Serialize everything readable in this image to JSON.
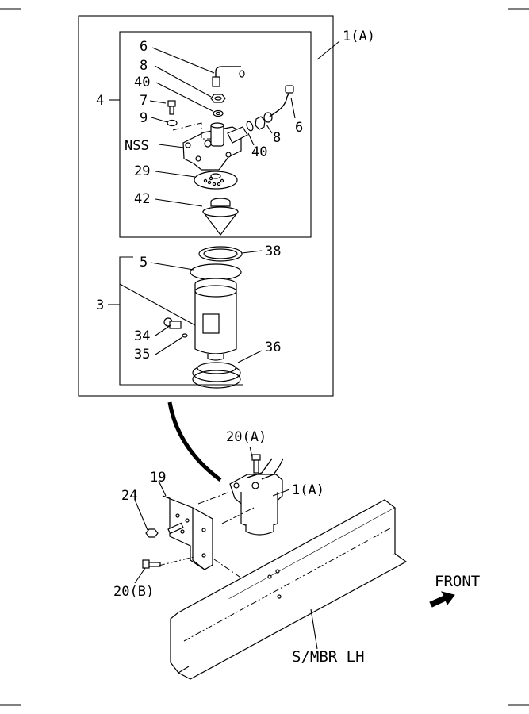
{
  "callouts": {
    "c_1a_top": "1(A)",
    "c_4": "4",
    "c_6_top": "6",
    "c_8_top": "8",
    "c_40_left": "40",
    "c_7": "7",
    "c_9": "9",
    "c_nss": "NSS",
    "c_6_right": "6",
    "c_8_right": "8",
    "c_40_right": "40",
    "c_29": "29",
    "c_42": "42",
    "c_5": "5",
    "c_38": "38",
    "c_3": "3",
    "c_34": "34",
    "c_35": "35",
    "c_36": "36",
    "c_20a": "20(A)",
    "c_1a_mid": "1(A)",
    "c_19": "19",
    "c_24": "24",
    "c_20b": "20(B)",
    "c_front": "FRONT",
    "c_smbr": "S/MBR LH"
  }
}
